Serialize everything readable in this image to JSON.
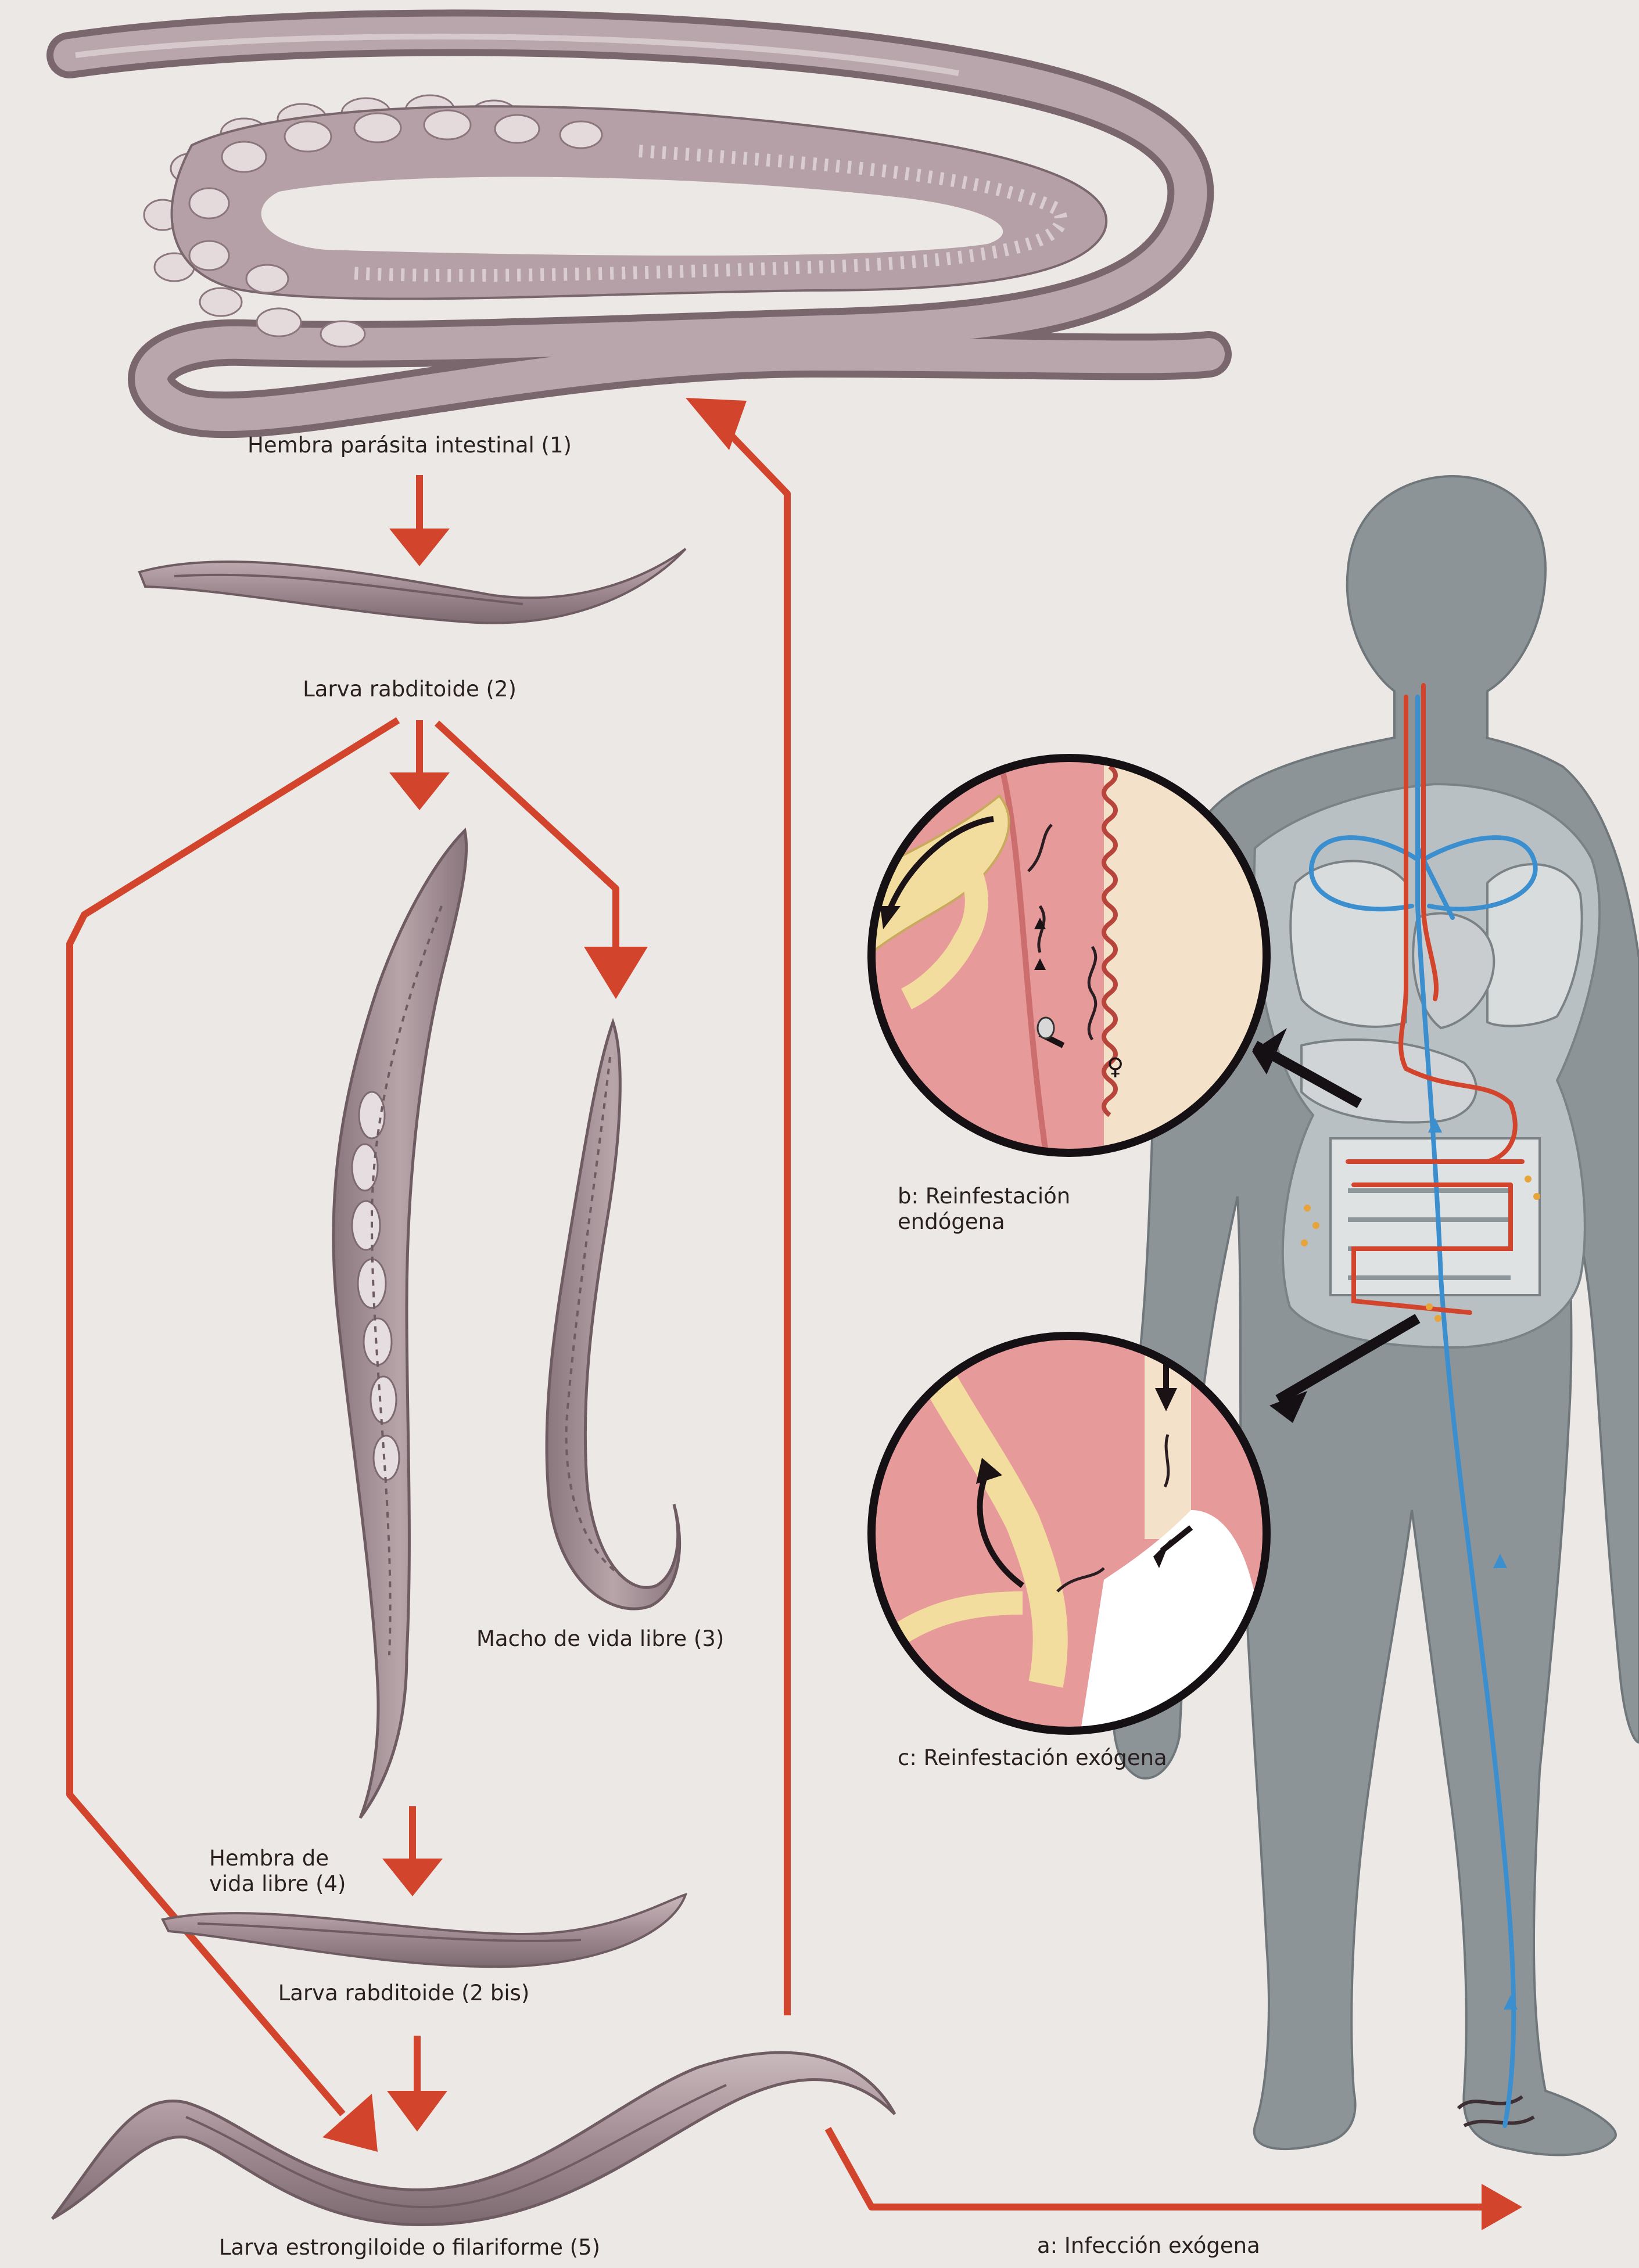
{
  "labels": {
    "stage1": "Hembra parásita intestinal (1)",
    "stage2": "Larva rabditoide (2)",
    "stage3": "Macho de vida libre (3)",
    "stage4_line1": "Hembra de",
    "stage4_line2": "vida libre (4)",
    "stage2bis": "Larva rabditoide (2 bis)",
    "stage5": "Larva estrongiloide o filariforme (5)",
    "route_b_line1": "b: Reinfestación",
    "route_b_line2": "endógena",
    "route_c": "c: Reinfestación exógena",
    "route_a": "a: Infección exógena",
    "female_symbol": "♀"
  },
  "colors": {
    "background": "#ece8e6",
    "arrow_red": "#d2452c",
    "body_gray": "#8c9498",
    "blood_blue": "#3c8fcf",
    "tissue_pink": "#e79a9a",
    "vessel_yellow": "#f2dd9e",
    "worm_mauve": "#a9949a"
  }
}
